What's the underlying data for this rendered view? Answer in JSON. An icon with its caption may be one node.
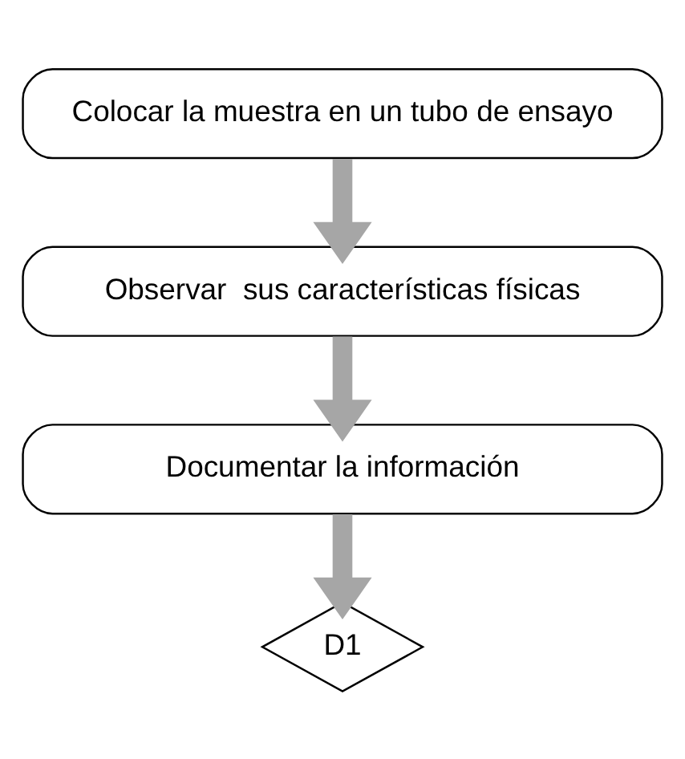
{
  "diagram": {
    "nodes": [
      {
        "text": [
          "Colocar la muestra en un tubo de ensayo"
        ]
      },
      {
        "text": [
          "Observar  sus características físicas"
        ]
      },
      {
        "text": [
          "Documentar la información"
        ]
      },
      {
        "text": [
          "D1"
        ]
      }
    ],
    "edges": [
      {
        "from": 0,
        "to": 1,
        "arrow": "to"
      },
      {
        "from": 1,
        "to": 2,
        "arrow": "to"
      },
      {
        "from": 2,
        "to": 3,
        "arrow": "to"
      }
    ]
  }
}
